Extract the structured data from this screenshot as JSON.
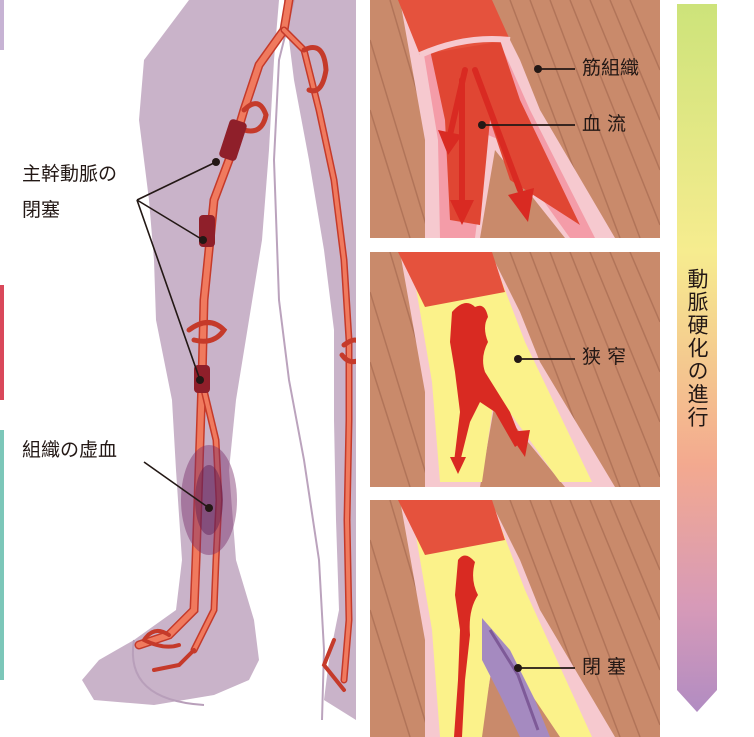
{
  "leg_labels": {
    "main_artery_occlusion": [
      "主幹動脈の",
      "閉塞"
    ],
    "tissue_ischemia": "組織の虚血"
  },
  "panel1_labels": {
    "muscle_tissue": "筋組織",
    "blood_flow": "血 流"
  },
  "panel2_labels": {
    "stenosis": "狭 窄"
  },
  "panel3_labels": {
    "occlusion": "閉 塞"
  },
  "progress": {
    "label": "動脈硬化の進行"
  },
  "colors": {
    "artery": "#e8553f",
    "muscle": "#c98a6b",
    "skin": "#c9b3c9",
    "plaque": "#fbf28a",
    "blood": "#d92a22",
    "clot": "#a58ac0"
  }
}
